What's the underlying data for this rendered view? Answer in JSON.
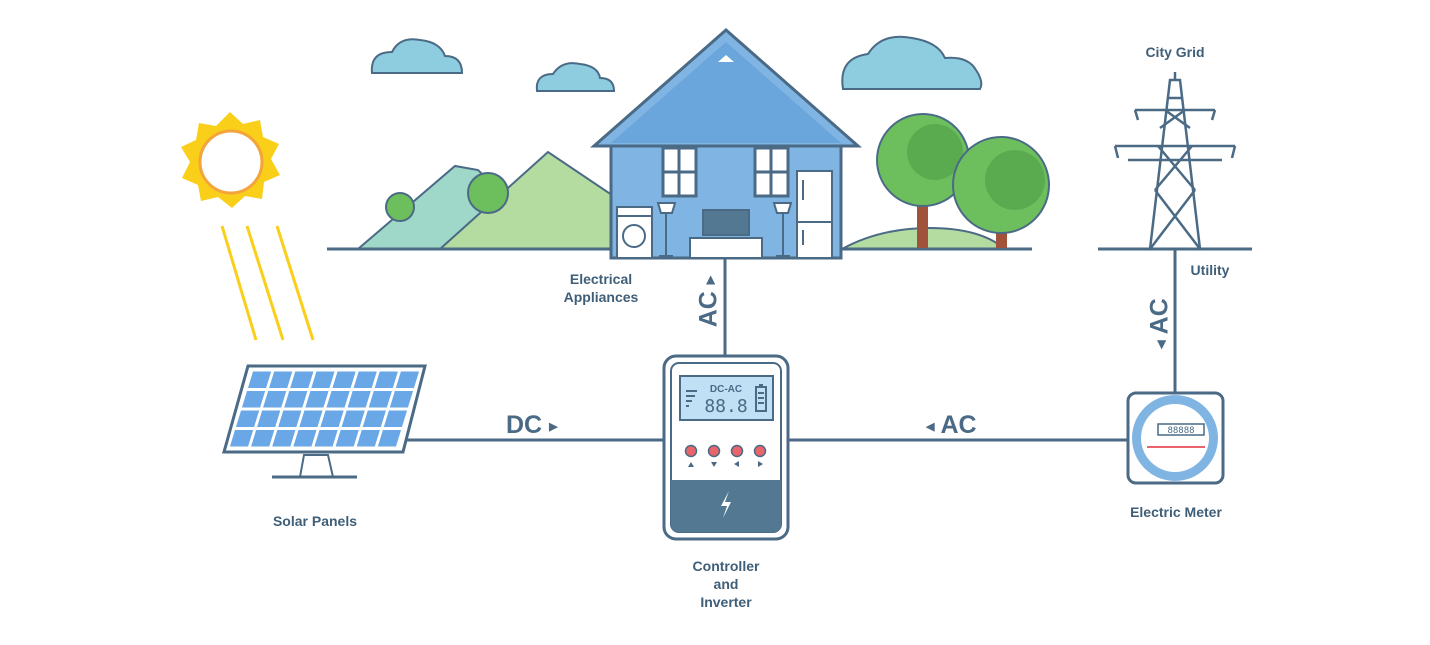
{
  "labels": {
    "city_grid": "City Grid",
    "utility": "Utility",
    "electrical_appliances": "Electrical Appliances",
    "solar_panels": "Solar Panels",
    "controller_inverter": "Controller and Inverter",
    "electric_meter": "Electric Meter"
  },
  "flows": {
    "dc": "DC",
    "ac_house": "AC",
    "ac_grid": "AC",
    "ac_utility": "AC"
  },
  "inverter_display": {
    "title": "DC-AC",
    "reading": "88.8"
  },
  "meter_display": {
    "reading": "88888"
  },
  "colors": {
    "line": "#4a6a85",
    "house": "#7fb4e3",
    "roof": "#5f93c8",
    "sun": "#f9cf1a",
    "panel": "#6aa7e6",
    "inverter_bottom": "#537892",
    "button": "#e9656b",
    "cloud": "#8ecde0",
    "tree": "#6dbf5e",
    "hill_light": "#9fd7c8",
    "hill_green": "#b4dba0"
  },
  "icons": [
    "sun-icon",
    "cloud-icon",
    "tree-icon",
    "hill-icon",
    "washing-machine-icon",
    "floor-lamp-icon",
    "tv-icon",
    "refrigerator-icon",
    "power-tower-icon",
    "lightning-bolt-icon",
    "solar-panel-icon",
    "electric-meter-icon"
  ]
}
